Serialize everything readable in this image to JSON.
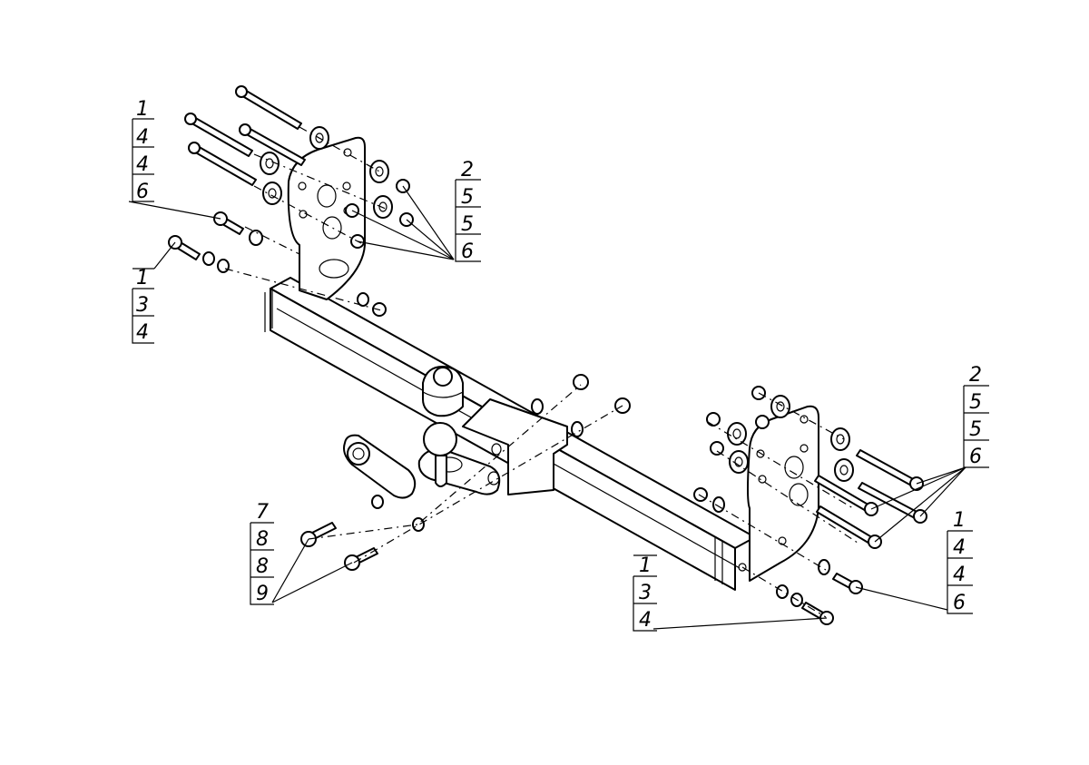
{
  "callouts": [
    {
      "id": "top-left",
      "labels": [
        "1",
        "4",
        "4",
        "6"
      ]
    },
    {
      "id": "top-left-lower",
      "labels": [
        "1",
        "3",
        "4"
      ]
    },
    {
      "id": "top-right-left",
      "labels": [
        "2",
        "5",
        "5",
        "6"
      ]
    },
    {
      "id": "right-upper",
      "labels": [
        "2",
        "5",
        "5",
        "6"
      ]
    },
    {
      "id": "right-lower",
      "labels": [
        "1",
        "4",
        "4",
        "6"
      ]
    },
    {
      "id": "bottom-middle",
      "labels": [
        "1",
        "3",
        "4"
      ]
    },
    {
      "id": "bottom-left",
      "labels": [
        "7",
        "8",
        "8",
        "9"
      ]
    }
  ]
}
